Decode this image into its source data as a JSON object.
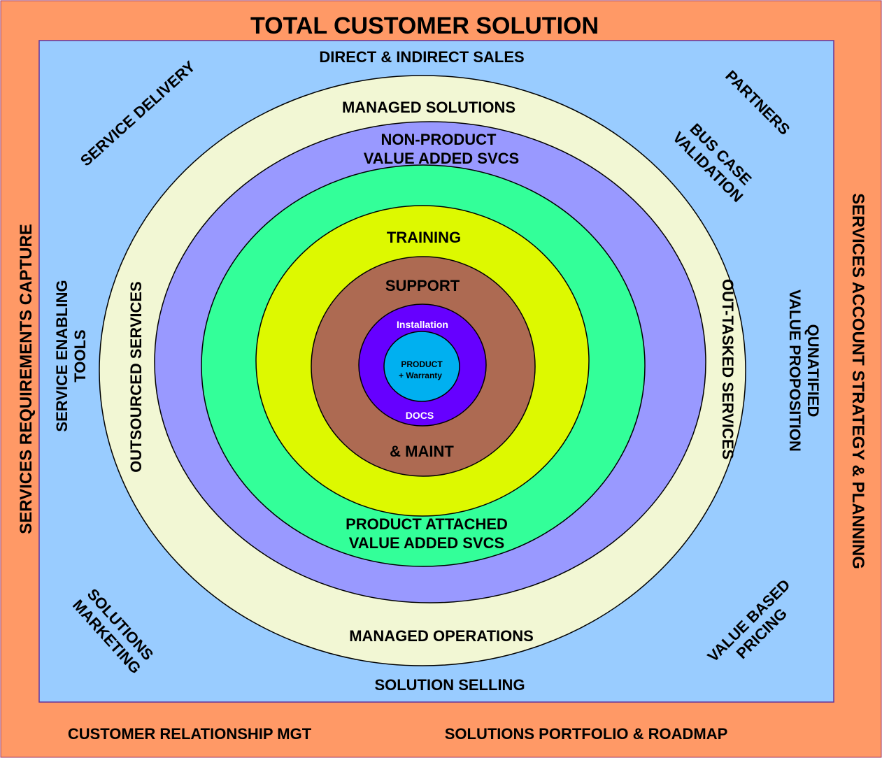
{
  "title": "TOTAL CUSTOMER SOLUTION",
  "colors": {
    "outer_frame": "#FF9966",
    "inner_field": "#99CCFF",
    "ring_managed": "#F2F7D4",
    "ring_nonproduct": "#9999FF",
    "ring_product_attached": "#33FF99",
    "ring_training": "#DDF900",
    "ring_support": "#AD6A52",
    "ring_installation": "#6600FF",
    "core_product": "#00B0F0"
  },
  "frame": {
    "left": "SERVICES  REQUIREMENTS CAPTURE",
    "right": "SERVICES  ACCOUNT STRATEGY  &  PLANNING",
    "bottom_left": "CUSTOMER RELATIONSHIP MGT",
    "bottom_right": "SOLUTIONS PORTFOLIO & ROADMAP"
  },
  "field": {
    "top": "DIRECT & INDIRECT SALES",
    "bottom": "SOLUTION SELLING",
    "top_left": "SERVICE DELIVERY",
    "top_right": "PARTNERS",
    "bus_case": [
      "BUS CASE",
      "VALIDATION"
    ],
    "left": [
      "SERVICE ENABLING",
      "TOOLS"
    ],
    "right": [
      "QUNATIFIED",
      "VALUE PROPOSITION"
    ],
    "bottom_left": [
      "SOLUTIONS",
      "MARKETING"
    ],
    "bottom_right": [
      "VALUE BASED",
      "PRICING"
    ]
  },
  "rings": {
    "managed_top": "MANAGED SOLUTIONS",
    "managed_bottom": "MANAGED OPERATIONS",
    "managed_left": "OUTSOURCED SERVICES",
    "managed_right": "OUT-TASKED SERVICES",
    "nonproduct": [
      "NON-PRODUCT",
      "VALUE ADDED SVCS"
    ],
    "product_attached": [
      "PRODUCT ATTACHED",
      "VALUE ADDED SVCS"
    ],
    "training": "TRAINING",
    "support_top": "SUPPORT",
    "support_bottom": "& MAINT",
    "installation": "Installation",
    "docs": "DOCS",
    "core": [
      "PRODUCT",
      "+ Warranty"
    ]
  }
}
